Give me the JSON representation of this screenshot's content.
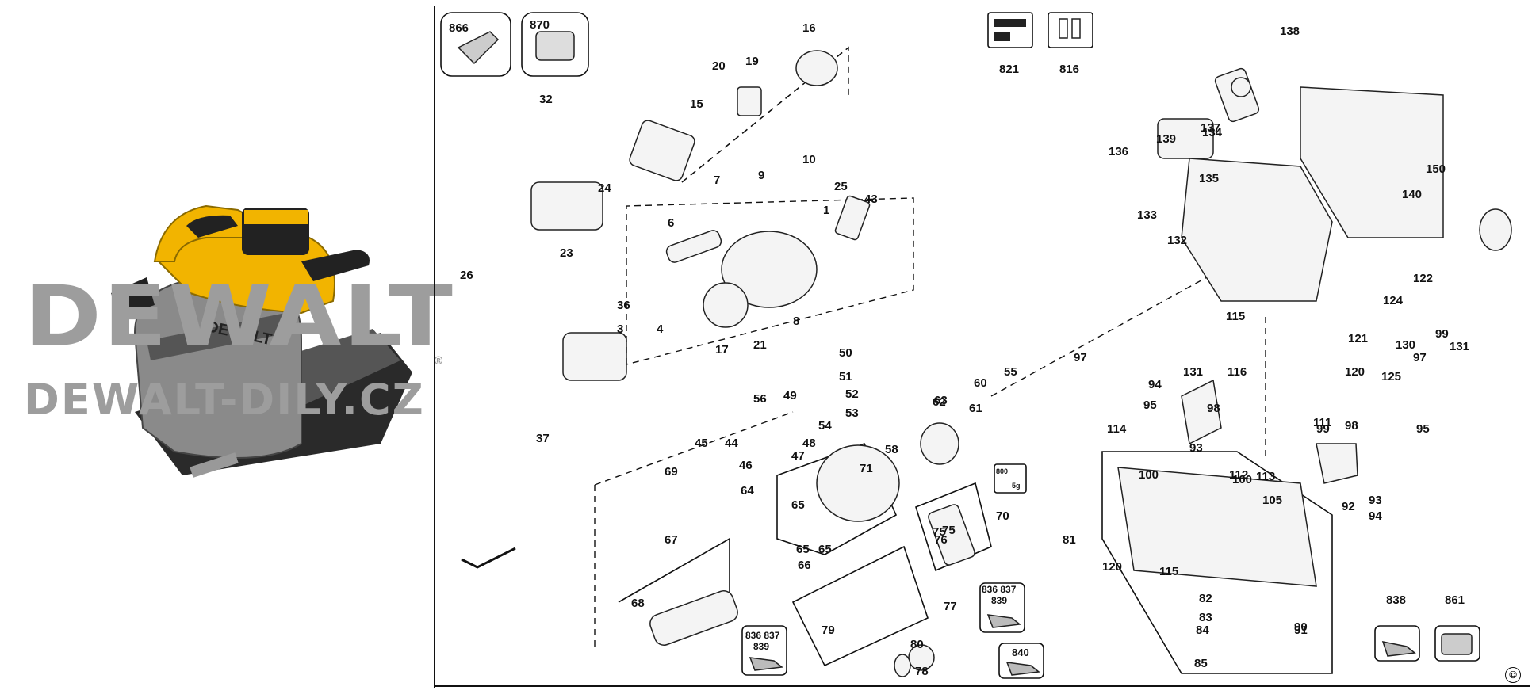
{
  "watermark": {
    "line1": "DEWALT",
    "line2": "DEWALT-DILY.CZ",
    "reg_mark": "®"
  },
  "product_label": "DEWALT",
  "callouts": [
    "1",
    "3",
    "4",
    "6",
    "7",
    "8",
    "9",
    "10",
    "15",
    "16",
    "17",
    "19",
    "20",
    "21",
    "23",
    "24",
    "25",
    "26",
    "32",
    "36",
    "37",
    "43",
    "44",
    "45",
    "46",
    "47",
    "48",
    "49",
    "50",
    "51",
    "52",
    "53",
    "54",
    "55",
    "56",
    "58",
    "60",
    "61",
    "62",
    "63",
    "64",
    "65",
    "65",
    "65",
    "66",
    "67",
    "68",
    "69",
    "70",
    "71",
    "75",
    "75",
    "76",
    "77",
    "78",
    "79",
    "80",
    "81",
    "82",
    "83",
    "84",
    "85",
    "90",
    "91",
    "92",
    "93",
    "93",
    "94",
    "94",
    "95",
    "95",
    "97",
    "97",
    "98",
    "98",
    "99",
    "99",
    "100",
    "100",
    "105",
    "111",
    "112",
    "113",
    "114",
    "115",
    "115",
    "116",
    "120",
    "120",
    "121",
    "122",
    "124",
    "125",
    "130",
    "131",
    "131",
    "132",
    "133",
    "134",
    "135",
    "136",
    "137",
    "138",
    "139",
    "140",
    "150"
  ],
  "kit_labels": {
    "k866": "866",
    "k870": "870",
    "k821": "821",
    "k816": "816",
    "k838": "838",
    "k861": "861",
    "k836a": "836 837",
    "k836a2": "839",
    "k836b": "836 837",
    "k836b2": "839",
    "k840": "840",
    "k800a": "800",
    "k800b": "5g"
  },
  "copyright_symbol": "©",
  "colors": {
    "line": "#111111",
    "watermark": "#9d9d9d",
    "tool_yellow": "#f2b400",
    "tool_black": "#222222",
    "tool_grey": "#8a8a8a"
  }
}
